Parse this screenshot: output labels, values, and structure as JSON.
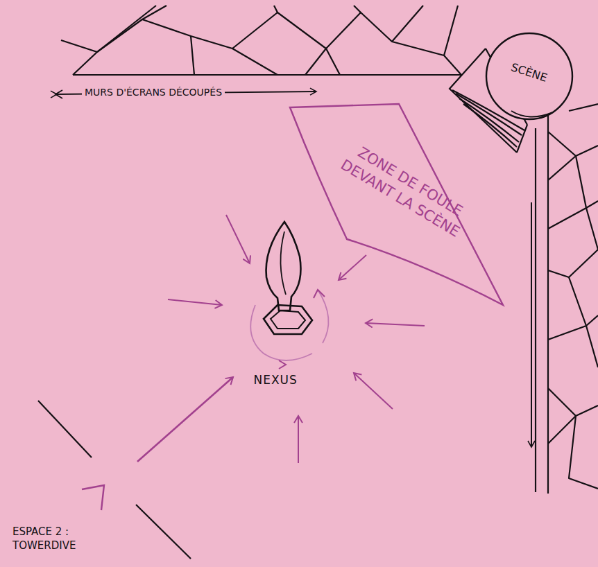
{
  "diagram": {
    "nodes": [
      {
        "text": [
          "SCÈNE"
        ]
      },
      {
        "text": [
          "ZONE DE FOULE DEVANT LA SCÈNE"
        ]
      },
      {
        "text": [
          "NEXUS"
        ]
      }
    ],
    "labels": [
      "MURS D'ÉCRANS DÉCOUPÉS",
      "ESPACE 2 : TOWERDIVE"
    ]
  }
}
